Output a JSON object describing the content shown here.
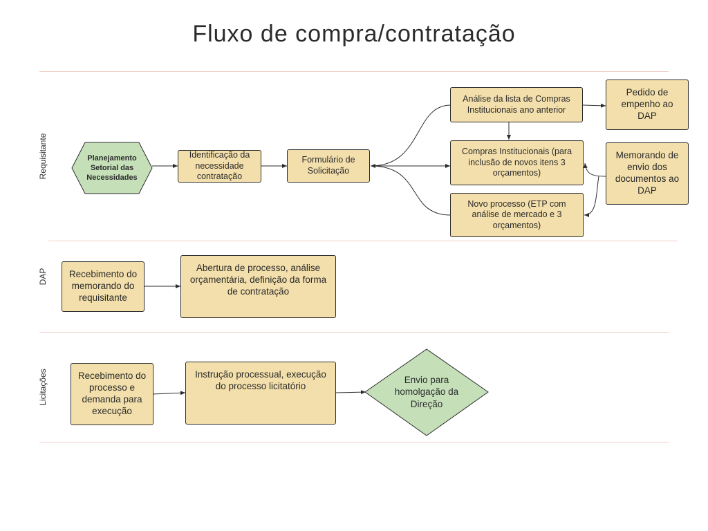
{
  "title": "Fluxo de compra/contratação",
  "lanes": {
    "requisitante": "Requisitante",
    "dap": "DAP",
    "licitacoes": "Licitações"
  },
  "nodes": {
    "planejamento": "Planejamento Setorial das Necessidades",
    "identificacao": "Identificação da necessidade contratação",
    "formulario": "Formulário de Solicitação",
    "analise_lista": "Análise da lista de Compras Institucionais ano anterior",
    "compras_inst": "Compras Institucionais (para inclusão de novos itens 3 orçamentos)",
    "novo_processo": "Novo processo (ETP com análise de mercado e 3 orçamentos)",
    "pedido_empenho": "Pedido de empenho ao DAP",
    "memorando_envio": "Memorando de envio dos documentos ao DAP",
    "recebimento_memorando": "Recebimento do memorando do requisitante",
    "abertura_processo": "Abertura de processo, análise orçamentária, definição da forma de contratação",
    "recebimento_processo": "Recebimento do processo e demanda para execução",
    "instrucao_processual": "Instrução processual, execução do processo licitatório",
    "envio_homologacao": "Envio para homolgação da Direção"
  },
  "colors": {
    "process_fill": "#f3dfab",
    "decision_fill": "#c5e0b9",
    "stroke": "#2b2b2b",
    "lane_divider": "#f2cfc7"
  }
}
